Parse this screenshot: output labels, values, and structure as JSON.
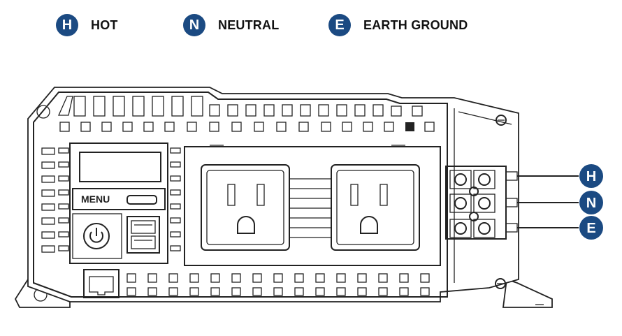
{
  "legend": [
    {
      "badge": "H",
      "label": "HOT"
    },
    {
      "badge": "N",
      "label": "NEUTRAL"
    },
    {
      "badge": "E",
      "label": "EARTH GROUND"
    }
  ],
  "panel": {
    "menu_label": "MENU"
  },
  "terminal_tags": [
    "H",
    "N",
    "E"
  ],
  "colors": {
    "badge": "#1b4a82",
    "line": "#222222"
  },
  "icons": {
    "power_button": "power-icon",
    "ac_outlet": "ac-outlet-icon",
    "usb_port": "usb-port-icon",
    "rj45_port": "rj45-port-icon",
    "ground_screw": "ground-screw-icon",
    "terminal_screw": "terminal-screw-icon"
  }
}
